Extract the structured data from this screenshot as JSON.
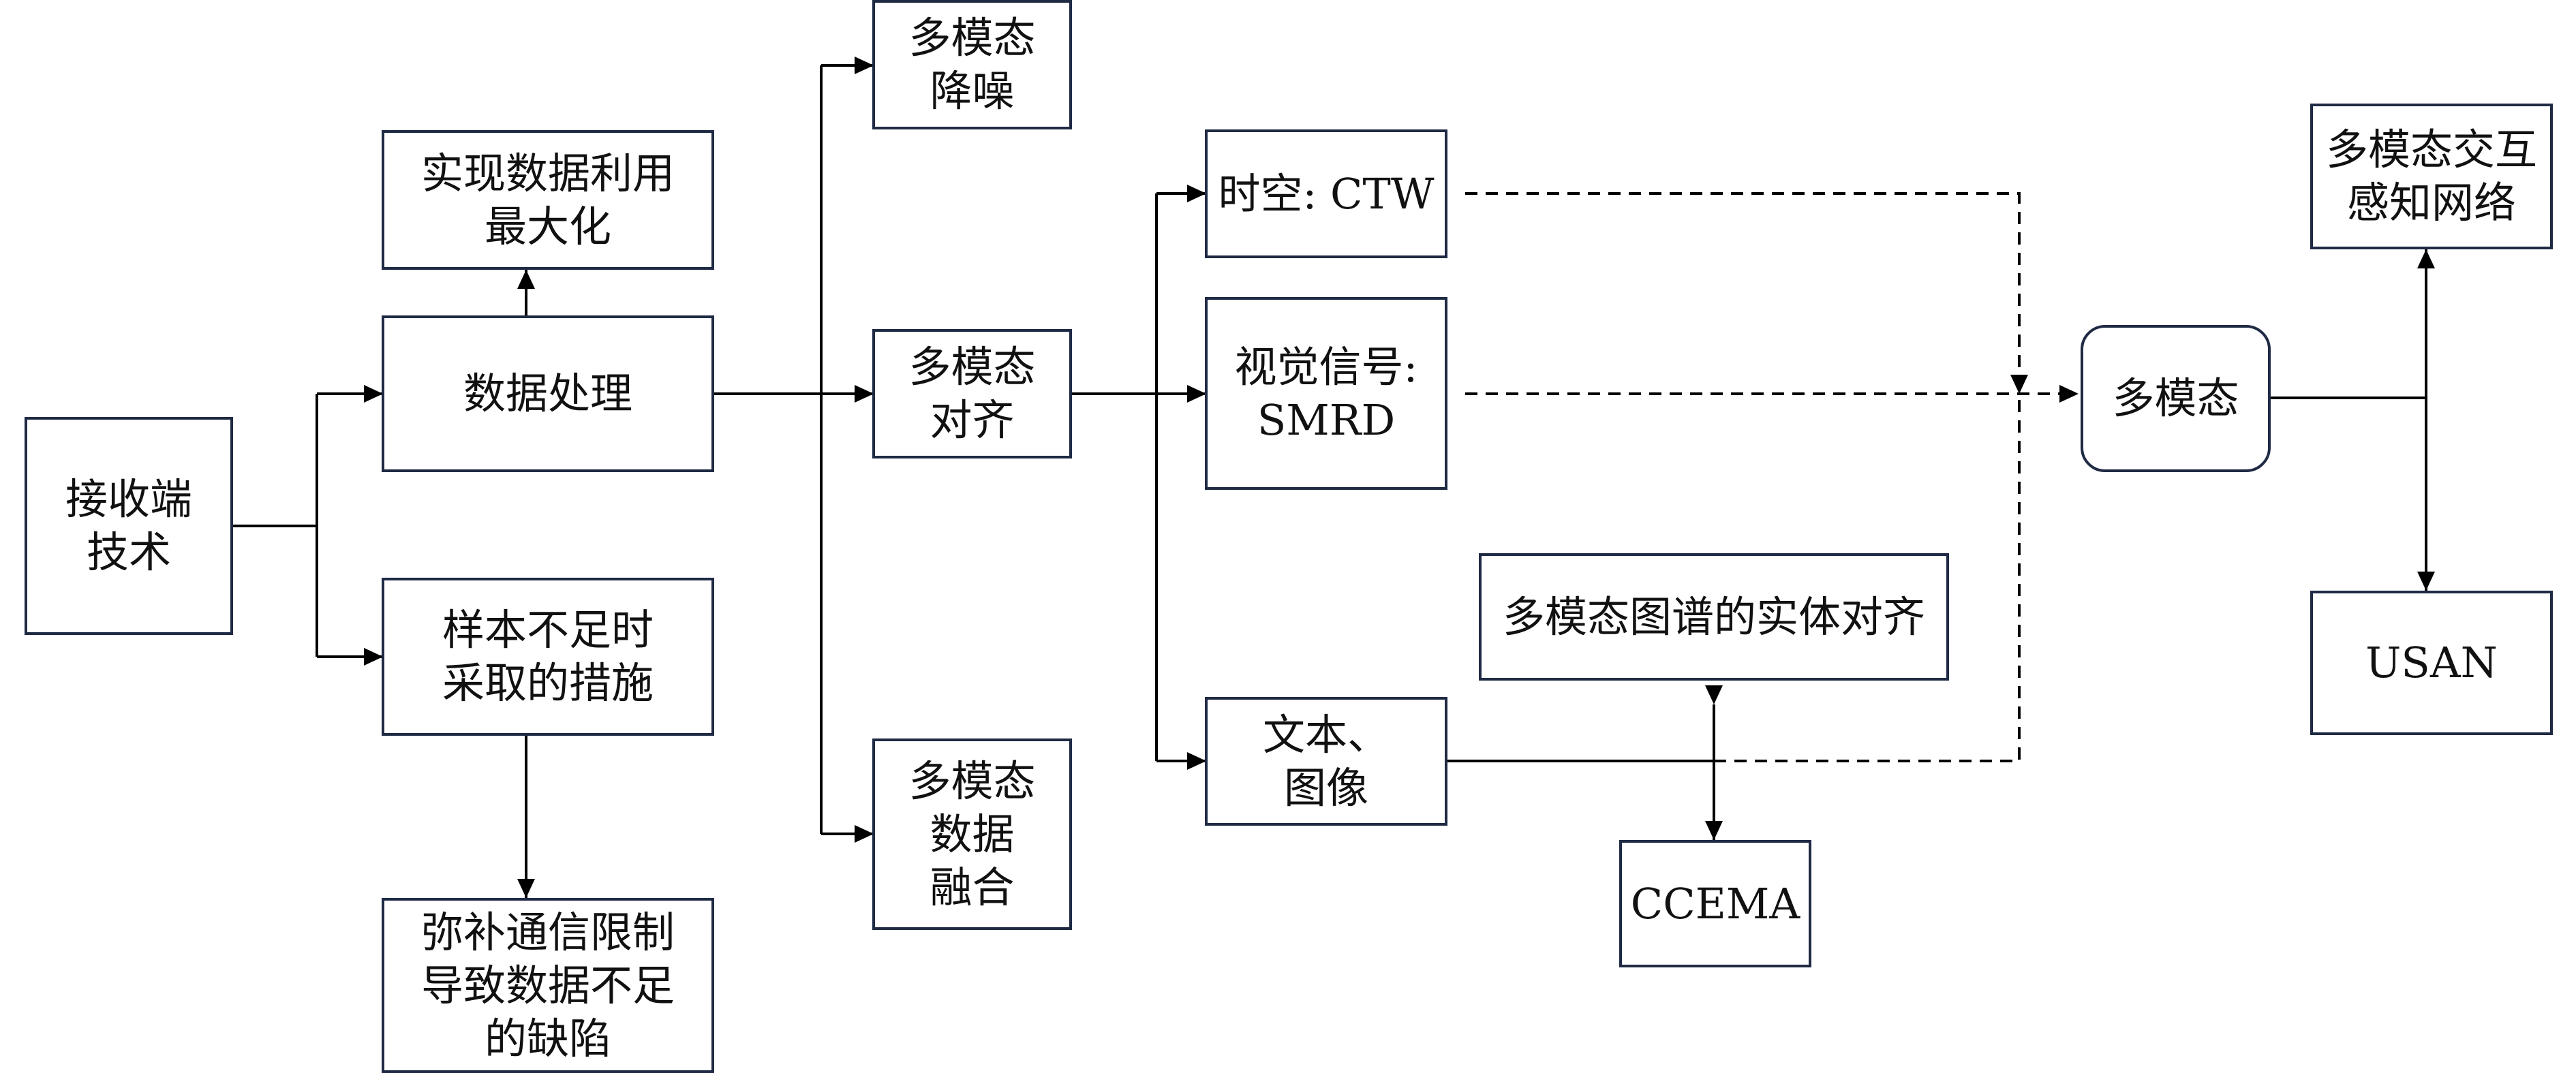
{
  "colors": {
    "box_border": "#1f2a44",
    "line": "#000000",
    "text": "#111111",
    "background": "#ffffff"
  },
  "nodes": {
    "receiver_tech": "接收端\n技术",
    "data_processing": "数据处理",
    "max_data_use": "实现数据利用\n最大化",
    "insufficient_sample_measures": "样本不足时\n采取的措施",
    "compensate_comm_limits": "弥补通信限制\n导致数据不足\n的缺陷",
    "multimodal_denoise": "多模态\n降噪",
    "multimodal_align": "多模态\n对齐",
    "multimodal_fusion": "多模态\n数据\n融合",
    "spatiotemporal_ctw": "时空: CTW",
    "visual_signal_smrd": "视觉信号:\nSMRD",
    "text_image": "文本、\n图像",
    "kg_entity_alignment": "多模态图谱的实体对齐",
    "ccema": "CCEMA",
    "multimodal": "多模态",
    "interactive_perception_net": "多模态交互\n感知网络",
    "usan": "USAN"
  }
}
